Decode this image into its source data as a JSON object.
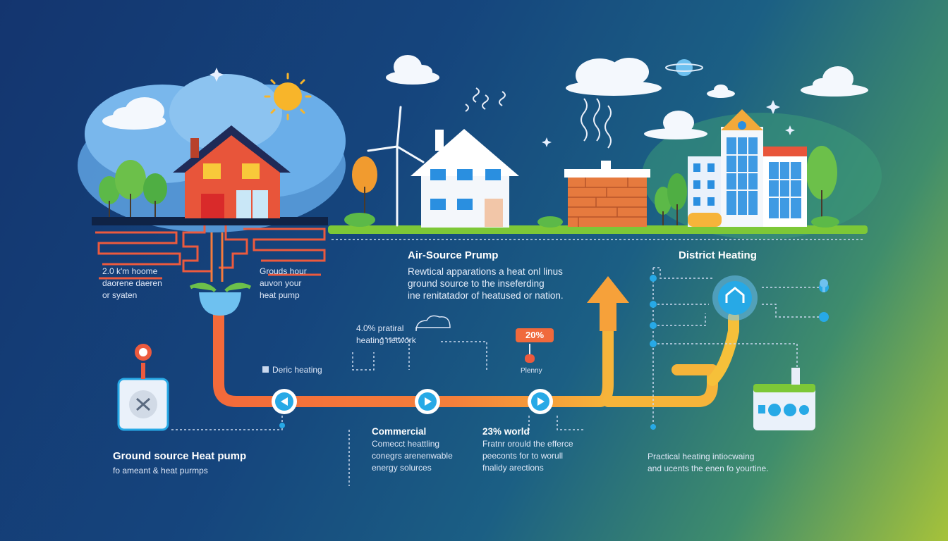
{
  "labels": {
    "left_desc": [
      "2.0 k'm hoome",
      "daorene daeren",
      "or syaten"
    ],
    "ground_desc": [
      "Grouds hour",
      "auvon your",
      "heat pump"
    ],
    "air_title": "Air-Source Prump",
    "air_desc": [
      "Rewtical apparations a heat onl linus",
      "ground source to the inseferding",
      "ine renitatador of heatused or nation."
    ],
    "district_title": "District Heating",
    "network_label": [
      "4.0% pratiral",
      "heating network"
    ],
    "deric_label": "Deric heating",
    "percent_badge": "20%",
    "plenty_label": "Plenny",
    "ground_title": "Ground source Heat pump",
    "ground_sub": "fo ameant & heat purmps",
    "commercial_title": "Commercial",
    "commercial_desc": [
      "Comecct heattling",
      "conegrs arenenwable",
      "energy solurces"
    ],
    "world_title": "23% world",
    "world_desc": [
      "Fratnr orould the efferce",
      "peeconts for to worull",
      "fnalidy arections"
    ],
    "practical_desc": [
      "Practical heating intiocwaing",
      "and ucents the enen fo yourtine."
    ]
  },
  "colors": {
    "pipe_orange": "#f47b3d",
    "pipe_yellow": "#f6a83a",
    "accent_blue": "#27a9e6",
    "grass": "#7dc837",
    "house_red": "#e8553a",
    "brick": "#e67a3e"
  },
  "icons": {
    "left_device": "heat-pump-fan-icon",
    "district_hub": "house-hub-icon",
    "arrow": "up-arrow-icon",
    "play": "play-icon"
  }
}
